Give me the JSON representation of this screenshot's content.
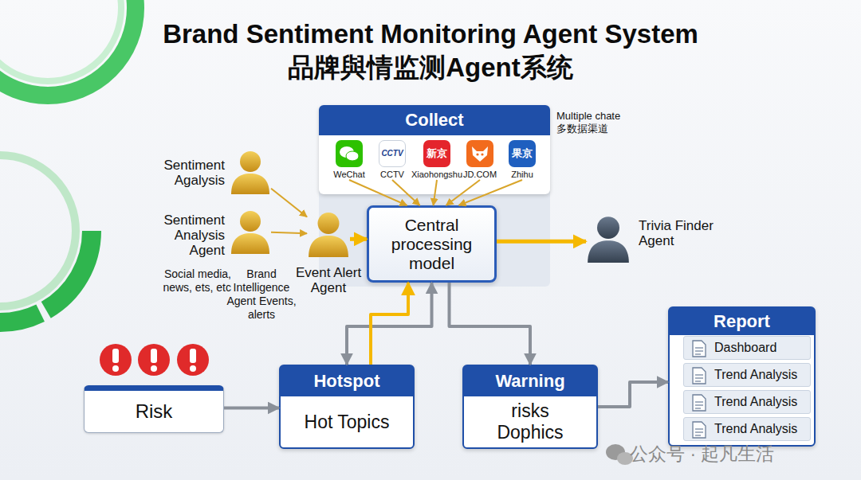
{
  "diagram": {
    "title": "Brand Sentiment Monitoring Agent System 品牌與情监测Agent系统",
    "nodes": [
      {
        "text": [
          "Collect"
        ]
      },
      {
        "text": [
          "WeChat"
        ],
        "in": 0
      },
      {
        "text": [
          "CCTV",
          "CCTV"
        ],
        "in": 0
      },
      {
        "text": [
          "新京",
          "Xiaohongshu"
        ],
        "in": 0
      },
      {
        "text": [
          "JD.COM"
        ],
        "in": 0
      },
      {
        "text": [
          "果京",
          "Zhihu"
        ],
        "in": 0
      },
      {
        "text": [
          "Sentiment Agalysis"
        ]
      },
      {
        "text": [
          "Sentiment Analysis Agent"
        ]
      },
      {
        "text": [
          "Event Alert Agent"
        ]
      },
      {
        "text": [
          "Central processing model"
        ]
      },
      {
        "text": [
          "Trivia Finder Agent"
        ]
      },
      {
        "text": [
          "Risk"
        ]
      },
      {
        "text": [
          "Hotspot",
          "Hot Topics"
        ]
      },
      {
        "text": [
          "Warning",
          "risks Dophics"
        ]
      },
      {
        "text": [
          "Report"
        ]
      },
      {
        "text": [
          "Dashboard"
        ],
        "in": 14
      },
      {
        "text": [
          "Trend Analysis"
        ],
        "in": 14
      },
      {
        "text": [
          "Trend Analysis"
        ],
        "in": 14
      },
      {
        "text": [
          "Trend Analysis"
        ],
        "in": 14
      }
    ],
    "edges": [
      {
        "from": 6,
        "to": 8,
        "arrow": "to"
      },
      {
        "from": 7,
        "to": 8,
        "arrow": "to"
      },
      {
        "from": 8,
        "to": 9,
        "arrow": "to"
      },
      {
        "from": 9,
        "to": 10,
        "arrow": "to"
      },
      {
        "from": 1,
        "to": 9,
        "arrow": "to"
      },
      {
        "from": 2,
        "to": 9,
        "arrow": "to"
      },
      {
        "from": 3,
        "to": 9,
        "arrow": "to"
      },
      {
        "from": 4,
        "to": 9,
        "arrow": "to"
      },
      {
        "from": 5,
        "to": 9,
        "arrow": "to"
      },
      {
        "from": 9,
        "to": 12,
        "arrow": "both"
      },
      {
        "from": 12,
        "to": 9,
        "arrow": "to"
      },
      {
        "from": 9,
        "to": 13,
        "arrow": "to"
      },
      {
        "from": 11,
        "to": 12,
        "arrow": "to"
      },
      {
        "from": 13,
        "to": 14,
        "arrow": "to"
      }
    ],
    "labels": [
      "Multiple chate 多数据渠道",
      "Social media, news, ets, etc",
      "Brand Intelligence Agent Events, alerts",
      "公众号 · 起凡生活"
    ]
  }
}
